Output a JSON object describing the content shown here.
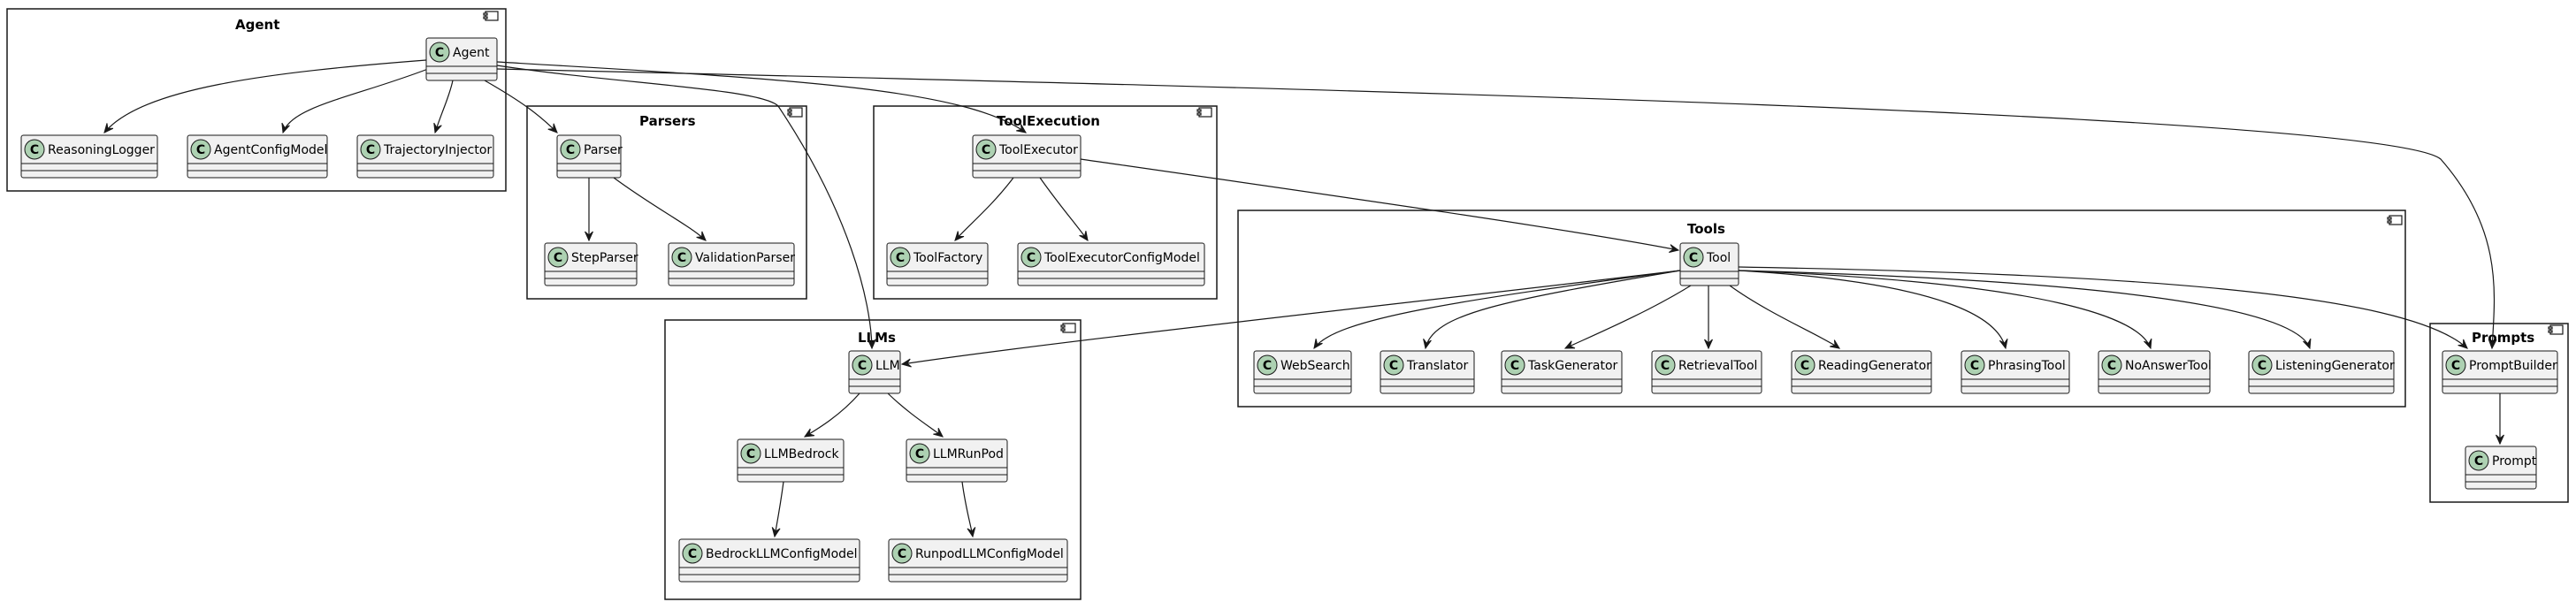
{
  "colors": {
    "class_fill": "#f1f1f1",
    "class_stereotype_circle": "#add1b2",
    "stroke": "#181818",
    "background": "#ffffff"
  },
  "packages": [
    {
      "id": "agent",
      "title": "Agent"
    },
    {
      "id": "parsers",
      "title": "Parsers"
    },
    {
      "id": "toolexecution",
      "title": "ToolExecution"
    },
    {
      "id": "tools",
      "title": "Tools"
    },
    {
      "id": "llms",
      "title": "LLMs"
    },
    {
      "id": "prompts",
      "title": "Prompts"
    }
  ],
  "classes": [
    {
      "id": "Agent",
      "name": "Agent",
      "package": "Agent"
    },
    {
      "id": "ReasoningLogger",
      "name": "ReasoningLogger",
      "package": "Agent"
    },
    {
      "id": "AgentConfigModel",
      "name": "AgentConfigModel",
      "package": "Agent"
    },
    {
      "id": "TrajectoryInjector",
      "name": "TrajectoryInjector",
      "package": "Agent"
    },
    {
      "id": "Parser",
      "name": "Parser",
      "package": "Parsers"
    },
    {
      "id": "StepParser",
      "name": "StepParser",
      "package": "Parsers"
    },
    {
      "id": "ValidationParser",
      "name": "ValidationParser",
      "package": "Parsers"
    },
    {
      "id": "ToolExecutor",
      "name": "ToolExecutor",
      "package": "ToolExecution"
    },
    {
      "id": "ToolFactory",
      "name": "ToolFactory",
      "package": "ToolExecution"
    },
    {
      "id": "ToolExecutorConfigModel",
      "name": "ToolExecutorConfigModel",
      "package": "ToolExecution"
    },
    {
      "id": "Tool",
      "name": "Tool",
      "package": "Tools"
    },
    {
      "id": "WebSearch",
      "name": "WebSearch",
      "package": "Tools"
    },
    {
      "id": "Translator",
      "name": "Translator",
      "package": "Tools"
    },
    {
      "id": "TaskGenerator",
      "name": "TaskGenerator",
      "package": "Tools"
    },
    {
      "id": "RetrievalTool",
      "name": "RetrievalTool",
      "package": "Tools"
    },
    {
      "id": "ReadingGenerator",
      "name": "ReadingGenerator",
      "package": "Tools"
    },
    {
      "id": "PhrasingTool",
      "name": "PhrasingTool",
      "package": "Tools"
    },
    {
      "id": "NoAnswerTool",
      "name": "NoAnswerTool",
      "package": "Tools"
    },
    {
      "id": "ListeningGenerator",
      "name": "ListeningGenerator",
      "package": "Tools"
    },
    {
      "id": "LLM",
      "name": "LLM",
      "package": "LLMs"
    },
    {
      "id": "LLMBedrock",
      "name": "LLMBedrock",
      "package": "LLMs"
    },
    {
      "id": "LLMRunPod",
      "name": "LLMRunPod",
      "package": "LLMs"
    },
    {
      "id": "BedrockLLMConfigModel",
      "name": "BedrockLLMConfigModel",
      "package": "LLMs"
    },
    {
      "id": "RunpodLLMConfigModel",
      "name": "RunpodLLMConfigModel",
      "package": "LLMs"
    },
    {
      "id": "PromptBuilder",
      "name": "PromptBuilder",
      "package": "Prompts"
    },
    {
      "id": "Prompt",
      "name": "Prompt",
      "package": "Prompts"
    }
  ],
  "stereotype_letter": "C",
  "relations": [
    {
      "from": "Agent",
      "to": "ReasoningLogger"
    },
    {
      "from": "Agent",
      "to": "AgentConfigModel"
    },
    {
      "from": "Agent",
      "to": "TrajectoryInjector"
    },
    {
      "from": "Agent",
      "to": "Parser"
    },
    {
      "from": "Agent",
      "to": "ToolExecutor"
    },
    {
      "from": "Agent",
      "to": "LLM"
    },
    {
      "from": "Agent",
      "to": "PromptBuilder"
    },
    {
      "from": "Parser",
      "to": "StepParser"
    },
    {
      "from": "Parser",
      "to": "ValidationParser"
    },
    {
      "from": "ToolExecutor",
      "to": "ToolFactory"
    },
    {
      "from": "ToolExecutor",
      "to": "ToolExecutorConfigModel"
    },
    {
      "from": "ToolExecutor",
      "to": "Tool"
    },
    {
      "from": "Tool",
      "to": "LLM"
    },
    {
      "from": "Tool",
      "to": "WebSearch"
    },
    {
      "from": "Tool",
      "to": "Translator"
    },
    {
      "from": "Tool",
      "to": "TaskGenerator"
    },
    {
      "from": "Tool",
      "to": "RetrievalTool"
    },
    {
      "from": "Tool",
      "to": "ReadingGenerator"
    },
    {
      "from": "Tool",
      "to": "PhrasingTool"
    },
    {
      "from": "Tool",
      "to": "NoAnswerTool"
    },
    {
      "from": "Tool",
      "to": "ListeningGenerator"
    },
    {
      "from": "Tool",
      "to": "PromptBuilder"
    },
    {
      "from": "LLM",
      "to": "LLMBedrock"
    },
    {
      "from": "LLM",
      "to": "LLMRunPod"
    },
    {
      "from": "LLMBedrock",
      "to": "BedrockLLMConfigModel"
    },
    {
      "from": "LLMRunPod",
      "to": "RunpodLLMConfigModel"
    },
    {
      "from": "PromptBuilder",
      "to": "Prompt"
    }
  ]
}
